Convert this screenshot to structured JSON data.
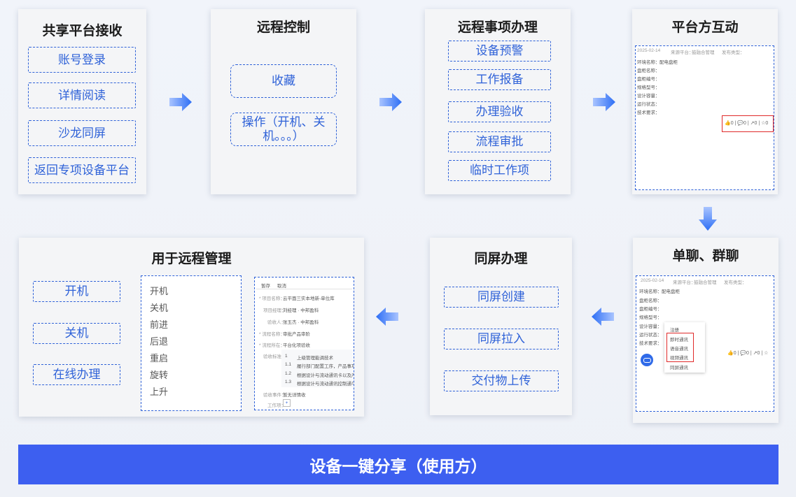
{
  "card1": {
    "title": "共享平台接收",
    "items": [
      "账号登录",
      "详情阅读",
      "沙龙同屏",
      "返回专项设备平台"
    ]
  },
  "card2": {
    "title": "远程控制",
    "items": [
      "收藏",
      "操作（开机、关机。。。）"
    ]
  },
  "card3": {
    "title": "远程事项办理",
    "items": [
      "设备预警",
      "工作报备",
      "办理验收",
      "流程审批",
      "临时工作项"
    ]
  },
  "card4": {
    "title": "平台方互动",
    "meta": [
      "2025-02-14",
      "来源平台：",
      "鼓融合管理",
      "发布类型："
    ],
    "fields": [
      "环境名称：",
      "配电盘柜",
      "盘柜名称：",
      "盘柜编号：",
      "规格型号：",
      "设计容量：",
      "运行状态：",
      "技术要求："
    ],
    "icons": "👍0 | 💬0 | ↗0 | ☆0"
  },
  "card5": {
    "title": "单聊、群聊",
    "meta": [
      "2025-02-14",
      "来源平台：",
      "鼓融合管理",
      "发布类型："
    ],
    "fields": [
      "环境名称：",
      "配电盘柜",
      "盘柜名称：",
      "盘柜编号：",
      "规格型号：",
      "设计容量：",
      "运行状态：",
      "技术要求："
    ],
    "popup": [
      "注册",
      "即时通讯",
      "语音通讯",
      "视频通讯",
      "同屏通讯"
    ],
    "icons": "👍0 | 💬0 | ↗0 | ☆"
  },
  "card6": {
    "title": "同屏办理",
    "items": [
      "同屏创建",
      "同屏拉入",
      "交付物上传"
    ]
  },
  "card7": {
    "title": "用于远程管理",
    "items": [
      "开机",
      "关机",
      "在线办理"
    ],
    "commands": [
      "开机",
      "关机",
      "前进",
      "后退",
      "重启",
      "旋转",
      "上升"
    ],
    "form": {
      "toolbar": [
        "暂存",
        "取消"
      ],
      "rows": [
        [
          "* 项目名称：",
          "云平面三实本地新-单位库"
        ],
        [
          "项目经理：",
          "刘经理 · 中邦盈科"
        ],
        [
          "验收人：",
          "张玉杰 · 中邦盈科"
        ],
        [
          "* 流程名称：",
          "审批产品审阶"
        ],
        [
          "* 流程所在：",
          "平台化项验收"
        ],
        [
          "验收标准：",
          ""
        ]
      ],
      "table": [
        [
          "1",
          "上级管理能调技术"
        ],
        [
          "1.1",
          "履行部门配置工序，产品事项配置工序"
        ],
        [
          "1.2",
          "根据设计与流动通讯卡以及产品平台中控制"
        ],
        [
          "1.3",
          "根据设计与流动通讯控制通平台通讯卡阶段"
        ]
      ],
      "footer": [
        [
          "验收事件：",
          "暂无详情收"
        ],
        [
          "工作项：",
          "+"
        ]
      ]
    }
  },
  "banner": "设备一键分享（使用方）"
}
